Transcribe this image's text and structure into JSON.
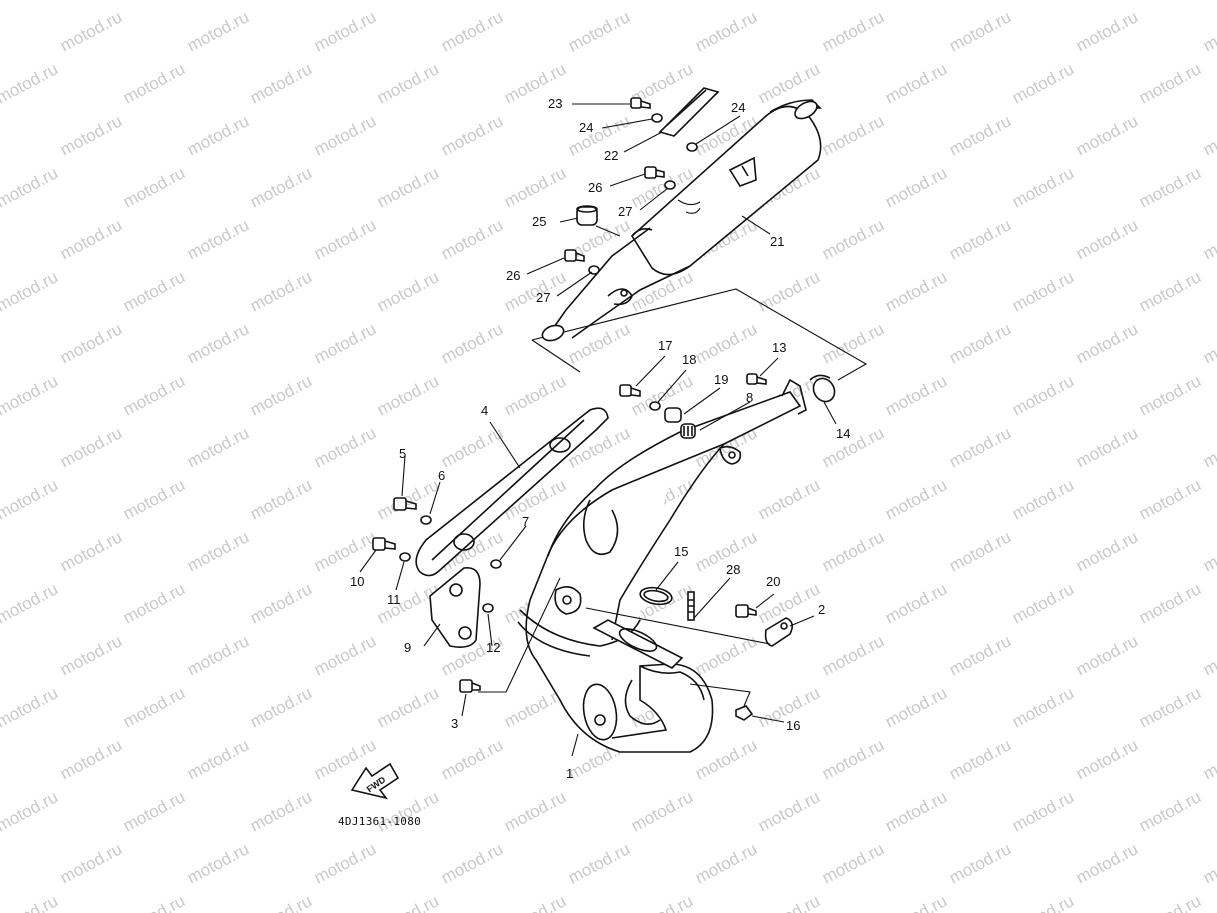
{
  "watermark": "motod.ru",
  "diagram_code": "4DJ1361-1080",
  "fwd_label": "FWD",
  "callouts": [
    "1",
    "2",
    "3",
    "4",
    "5",
    "6",
    "7",
    "8",
    "9",
    "10",
    "11",
    "12",
    "13",
    "14",
    "15",
    "16",
    "17",
    "18",
    "19",
    "20",
    "21",
    "22",
    "23",
    "24",
    "24",
    "25",
    "26",
    "26",
    "27",
    "27",
    "28"
  ]
}
